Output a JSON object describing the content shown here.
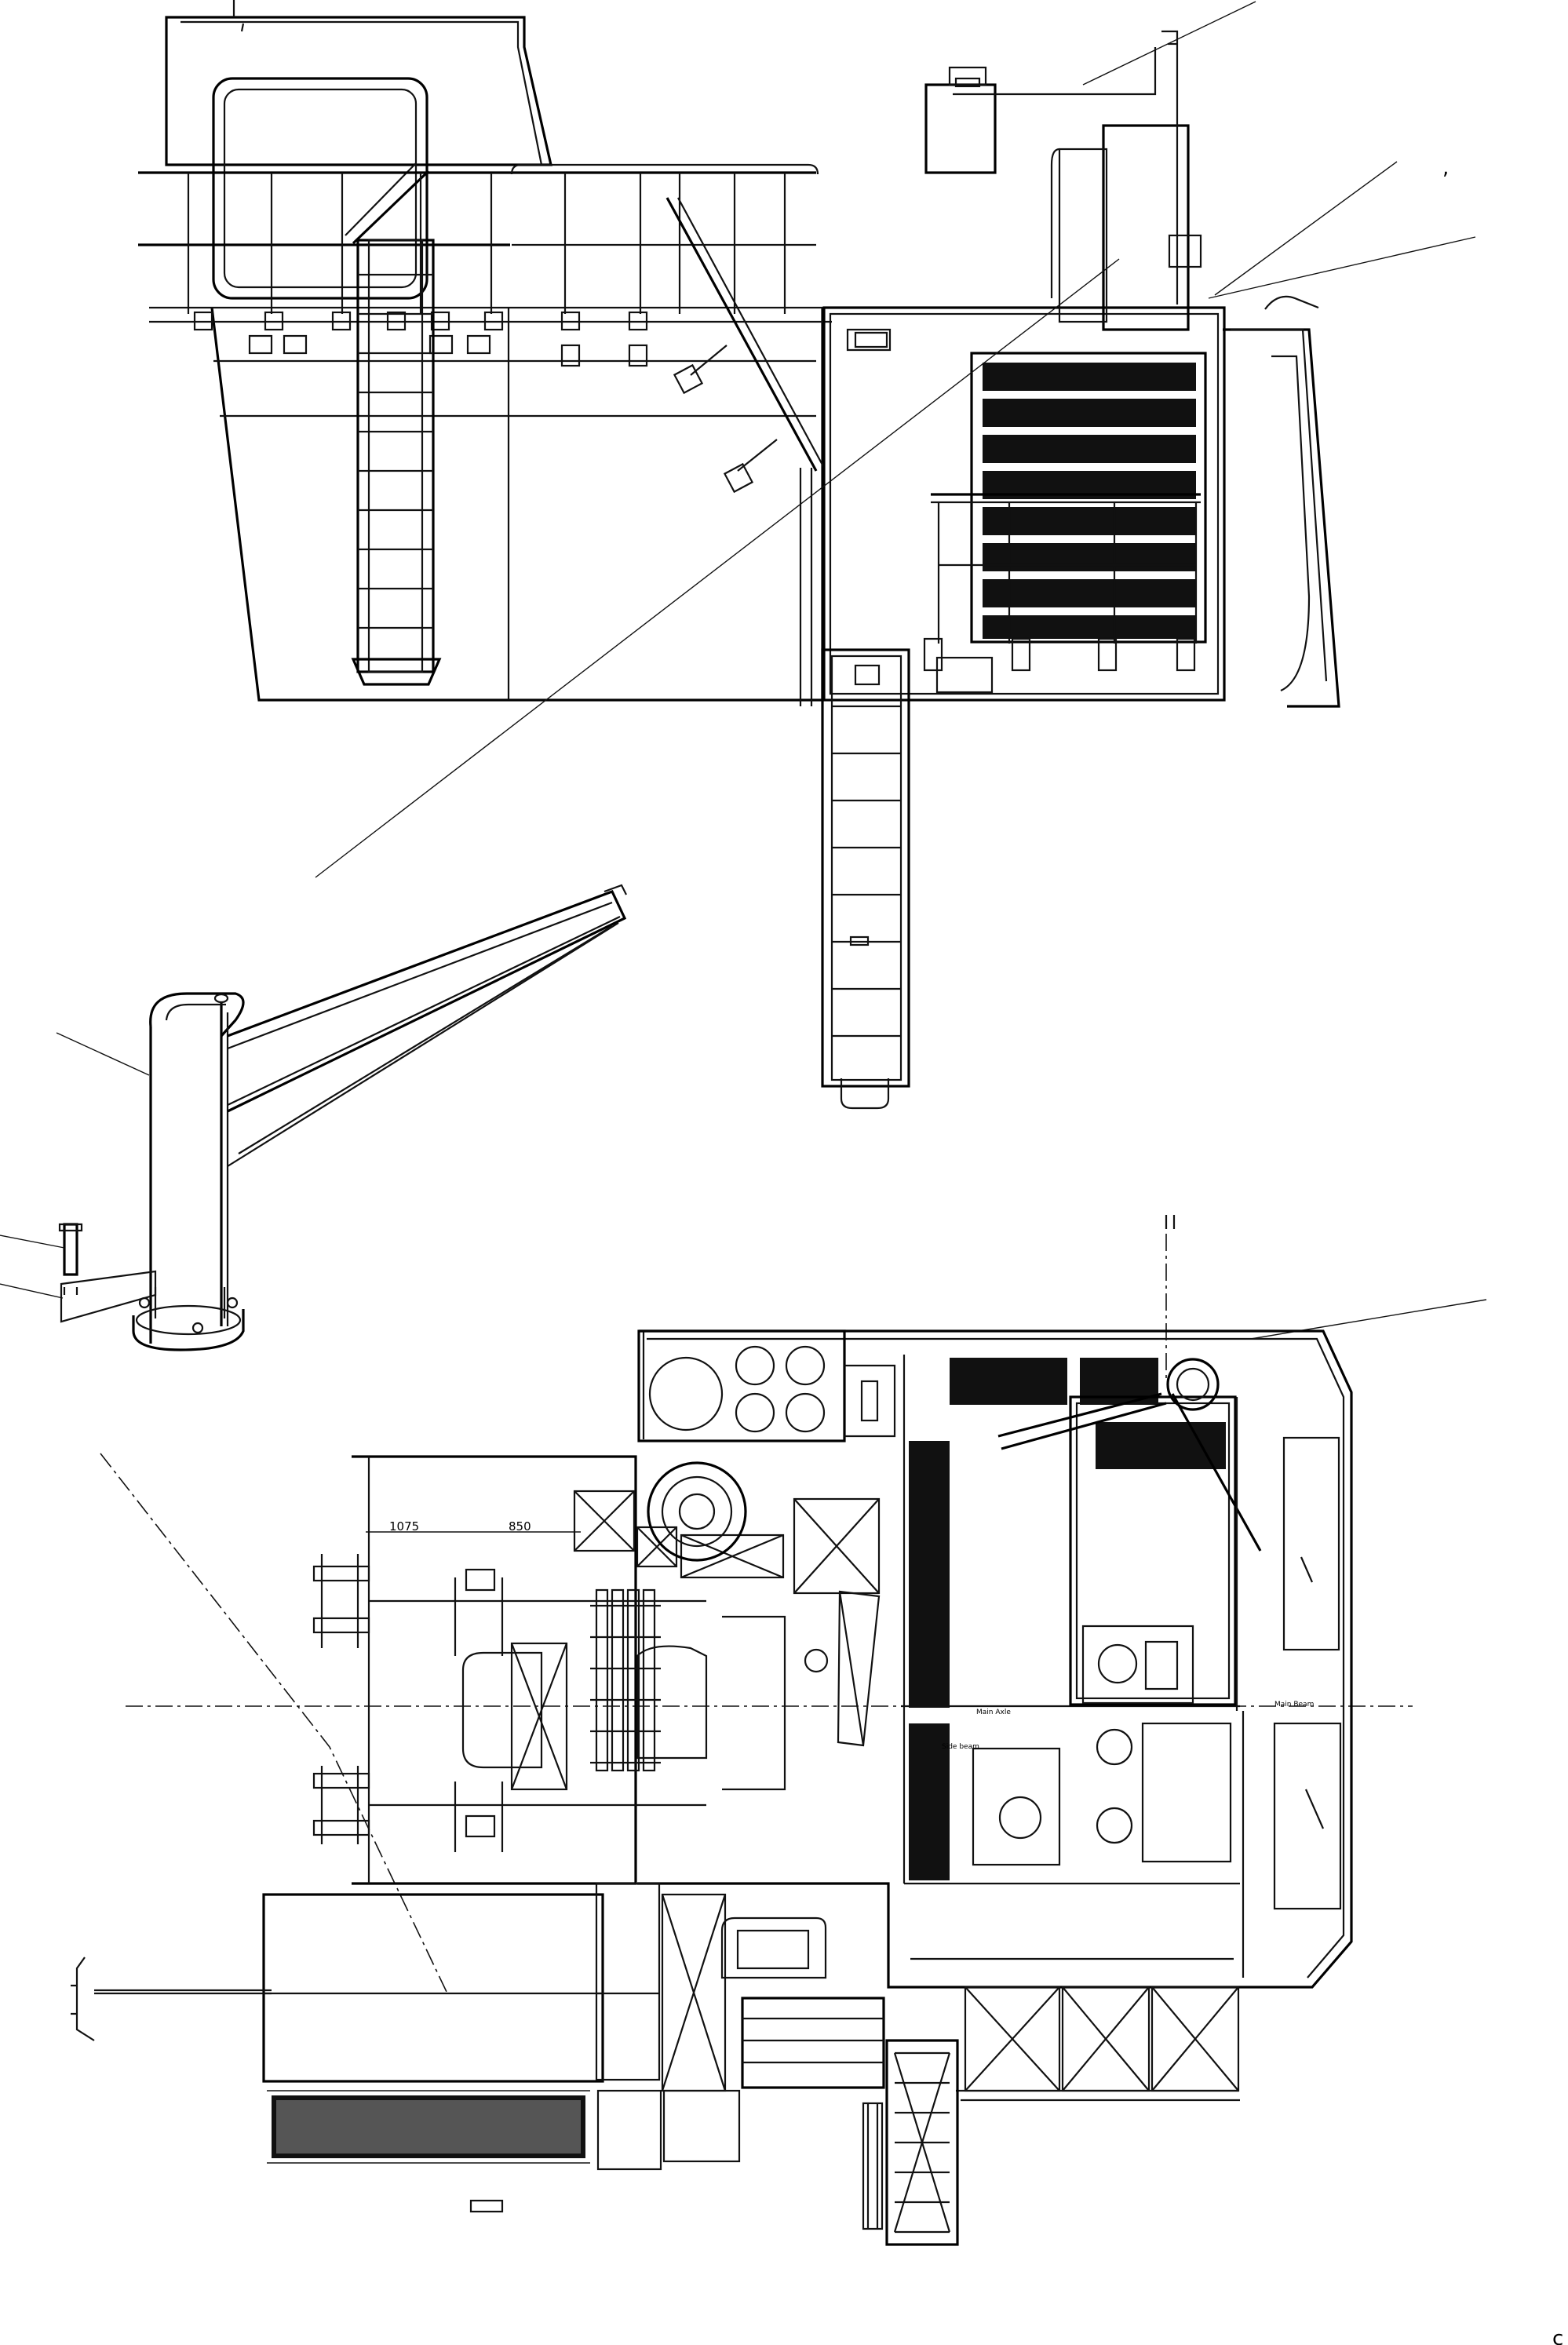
{
  "drawing": {
    "dimension_labels": {
      "left": "1075",
      "right": "850"
    },
    "tiny_labels": {
      "upper_axis": "Main Beam",
      "mid_axis": "Main Axle",
      "side_axis": "Side beam"
    },
    "callout_marks": {
      "comma": ",",
      "corner": "c"
    }
  }
}
